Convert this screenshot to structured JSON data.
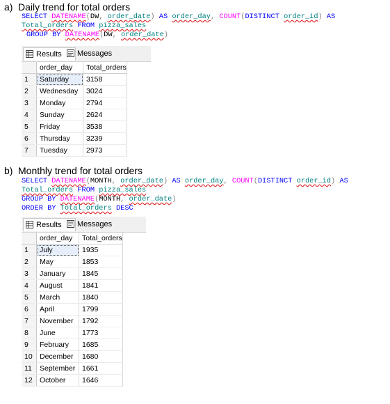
{
  "section_a": {
    "marker": "a)",
    "title": "Daily trend for total orders",
    "sql": {
      "l1": {
        "select": "SELECT",
        "datename": "DATENAME",
        "p1": "(",
        "dw": "DW",
        "c1": ",",
        "col": "order_date",
        "p2": ")",
        "as1": "AS",
        "alias": "order_day",
        "c2": ",",
        "count": "COUNT",
        "p3": "(",
        "distinct": "DISTINCT",
        "oid": "order_id",
        "p4": ")",
        "as2": "AS"
      },
      "l2": {
        "alias": "Total_orders",
        "from": "FROM",
        "table": "pizza_sales"
      },
      "l3": {
        "group": "GROUP",
        "by": "BY",
        "datename": "DATENAME",
        "p1": "(",
        "dw": "DW",
        "c1": ",",
        "col": "order_date",
        "p2": ")"
      }
    },
    "tabs": {
      "results": "Results",
      "messages": "Messages"
    },
    "columns": [
      "order_day",
      "Total_orders"
    ],
    "rows": [
      {
        "n": "1",
        "day": "Saturday",
        "total": "3158"
      },
      {
        "n": "2",
        "day": "Wednesday",
        "total": "3024"
      },
      {
        "n": "3",
        "day": "Monday",
        "total": "2794"
      },
      {
        "n": "4",
        "day": "Sunday",
        "total": "2624"
      },
      {
        "n": "5",
        "day": "Friday",
        "total": "3538"
      },
      {
        "n": "6",
        "day": "Thursday",
        "total": "3239"
      },
      {
        "n": "7",
        "day": "Tuesday",
        "total": "2973"
      }
    ]
  },
  "section_b": {
    "marker": "b)",
    "title": "Monthly trend for total orders",
    "sql": {
      "l1": {
        "select": "SELECT",
        "datename": "DATENAME",
        "p1": "(",
        "month": "MONTH",
        "c1": ",",
        "col": "order_date",
        "p2": ")",
        "as1": "AS",
        "alias": "order_day",
        "c2": ",",
        "count": "COUNT",
        "p3": "(",
        "distinct": "DISTINCT",
        "oid": "order_id",
        "p4": ")",
        "as2": "AS"
      },
      "l2": {
        "alias": "Total_orders",
        "from": "FROM",
        "table": "pizza_sales"
      },
      "l3": {
        "group": "GROUP",
        "by": "BY",
        "datename": "DATENAME",
        "p1": "(",
        "month": "MONTH",
        "c1": ",",
        "col": "order_date",
        "p2": ")"
      },
      "l4": {
        "order": "ORDER",
        "by": "BY",
        "alias": "Total_orders",
        "desc": "DESC"
      }
    },
    "tabs": {
      "results": "Results",
      "messages": "Messages"
    },
    "columns": [
      "order_day",
      "Total_orders"
    ],
    "rows": [
      {
        "n": "1",
        "day": "July",
        "total": "1935"
      },
      {
        "n": "2",
        "day": "May",
        "total": "1853"
      },
      {
        "n": "3",
        "day": "January",
        "total": "1845"
      },
      {
        "n": "4",
        "day": "August",
        "total": "1841"
      },
      {
        "n": "5",
        "day": "March",
        "total": "1840"
      },
      {
        "n": "6",
        "day": "April",
        "total": "1799"
      },
      {
        "n": "7",
        "day": "November",
        "total": "1792"
      },
      {
        "n": "8",
        "day": "June",
        "total": "1773"
      },
      {
        "n": "9",
        "day": "February",
        "total": "1685"
      },
      {
        "n": "10",
        "day": "December",
        "total": "1680"
      },
      {
        "n": "11",
        "day": "September",
        "total": "1661"
      },
      {
        "n": "12",
        "day": "October",
        "total": "1646"
      }
    ]
  },
  "icons": {
    "results_tab": "grid-icon",
    "messages_tab": "messages-icon"
  }
}
